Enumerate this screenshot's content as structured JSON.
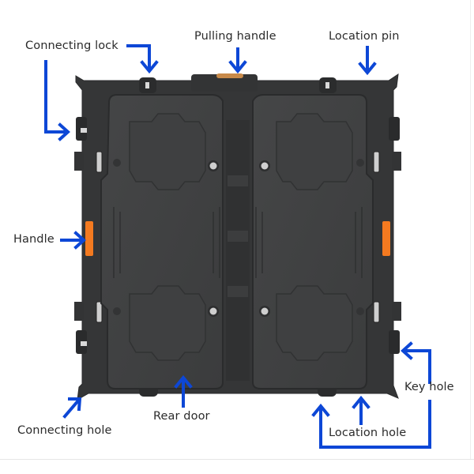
{
  "diagram": {
    "subject": "LED display cabinet rear view",
    "accent_color": "#0d47d6",
    "handle_color": "#f47a20",
    "cabinet_color": "#3a3b3c",
    "door_color": "#404142",
    "labels": {
      "connecting_lock": "Connecting lock",
      "pulling_handle": "Pulling handle",
      "location_pin": "Location pin",
      "handle": "Handle",
      "connecting_hole": "Connecting hole",
      "rear_door": "Rear door",
      "key_hole": "Key hole",
      "location_hole": "Location hole"
    }
  }
}
